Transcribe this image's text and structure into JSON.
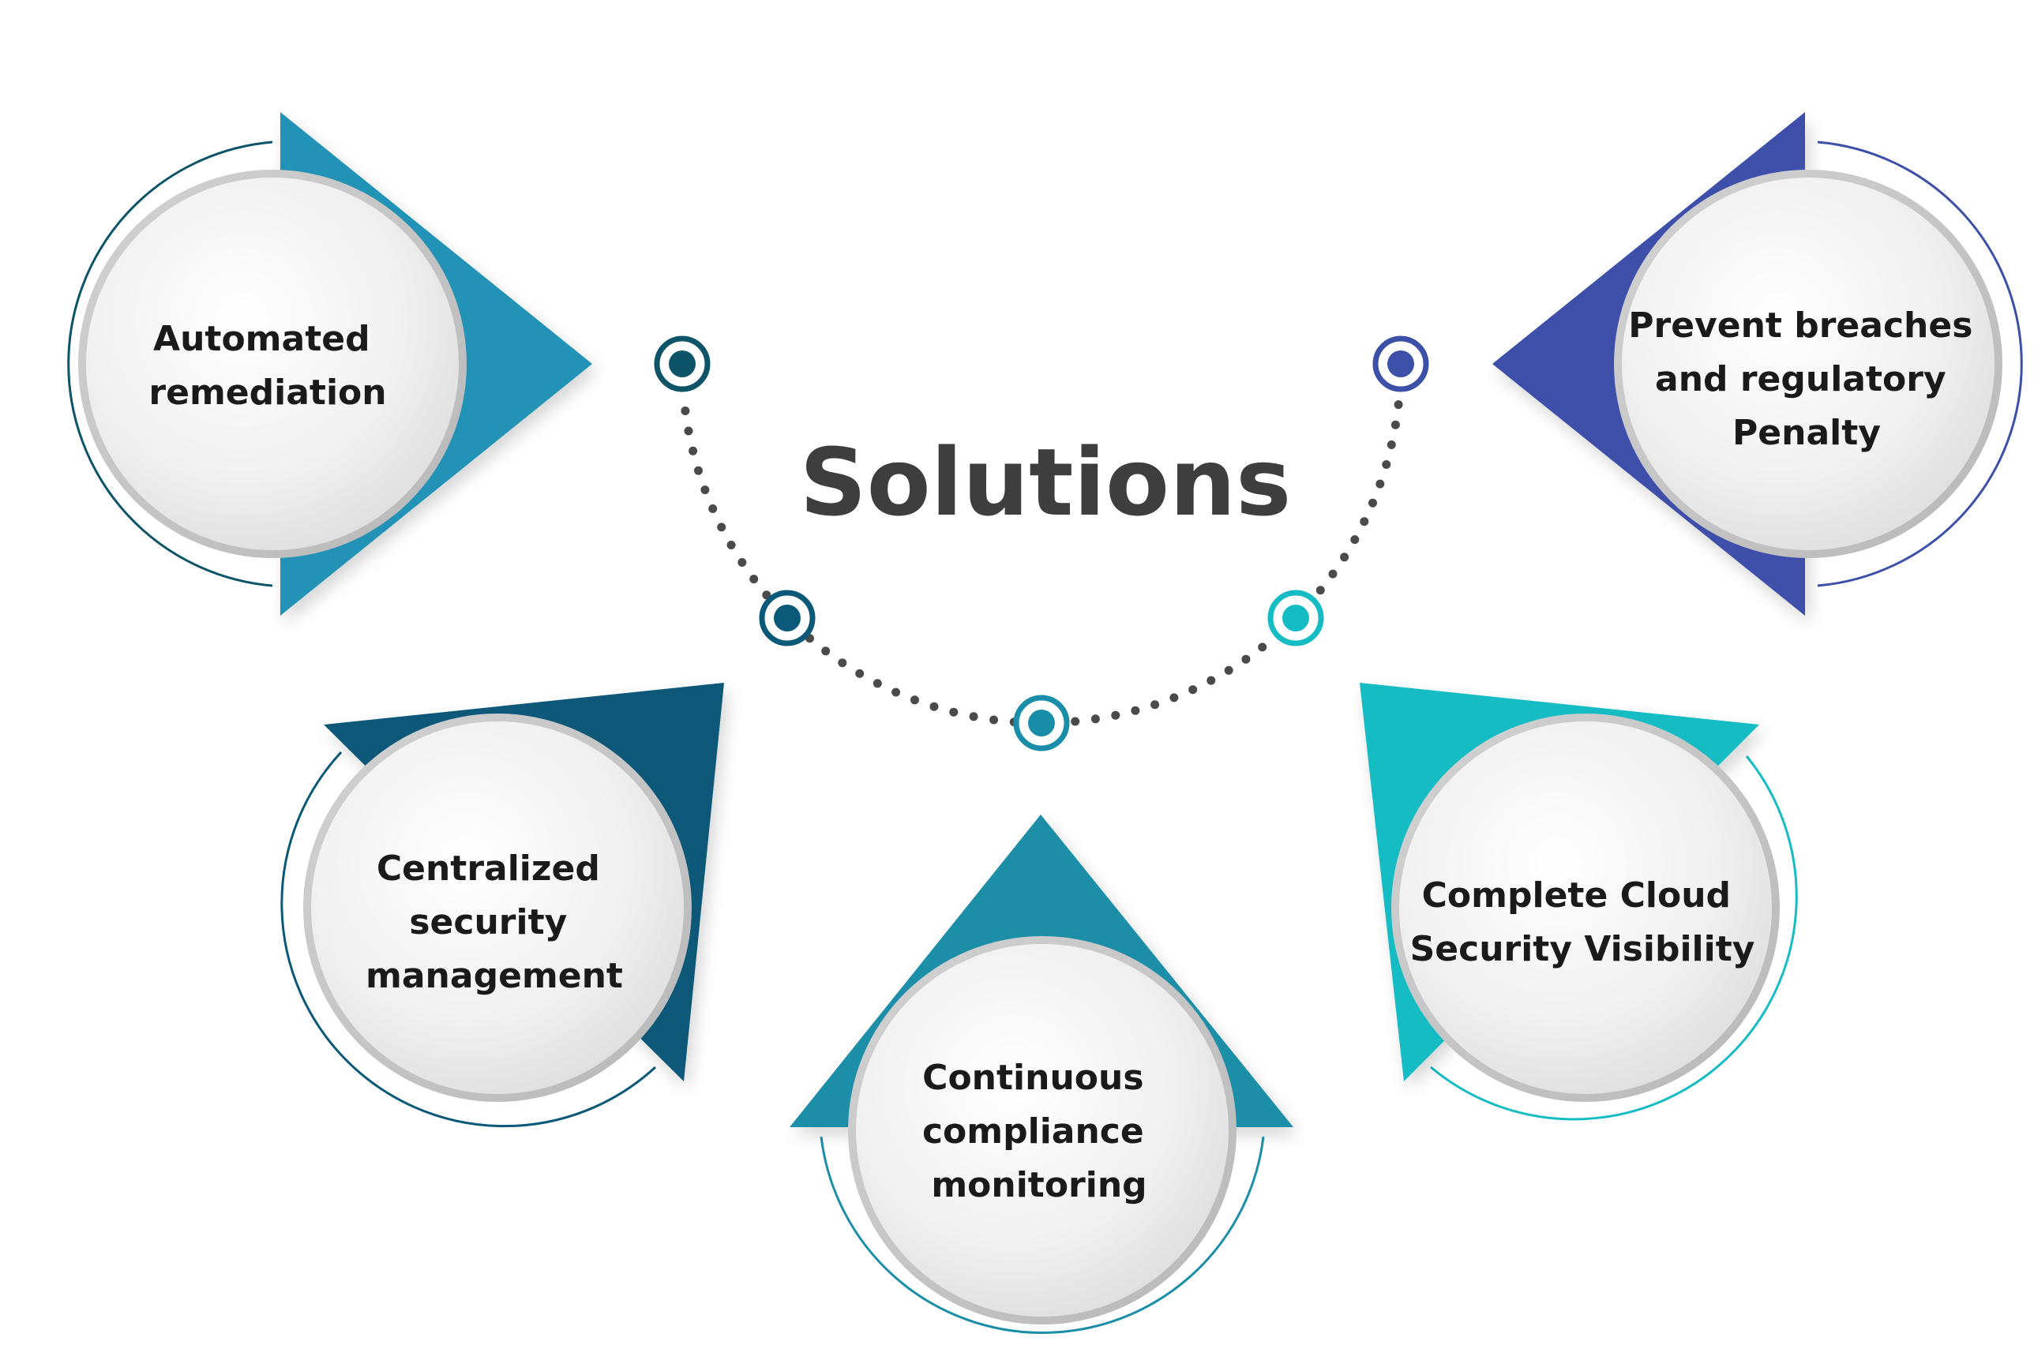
{
  "title": "Solutions",
  "colors": {
    "automated": "#2292b7",
    "centralized": "#0b5978",
    "continuous": "#1a8ea8",
    "complete": "#16bcc4",
    "prevent": "#3c50a8",
    "title": "#3e3e3e",
    "dots": "#4a4a4a"
  },
  "items": [
    {
      "lines": [
        "Automated",
        "remediation"
      ]
    },
    {
      "lines": [
        "Centralized",
        "security",
        "management"
      ]
    },
    {
      "lines": [
        "Continuous",
        "compliance",
        "monitoring"
      ]
    },
    {
      "lines": [
        "Complete Cloud",
        "Security Visibility"
      ]
    },
    {
      "lines": [
        "Prevent breaches",
        "and regulatory",
        "Penalty"
      ]
    }
  ]
}
